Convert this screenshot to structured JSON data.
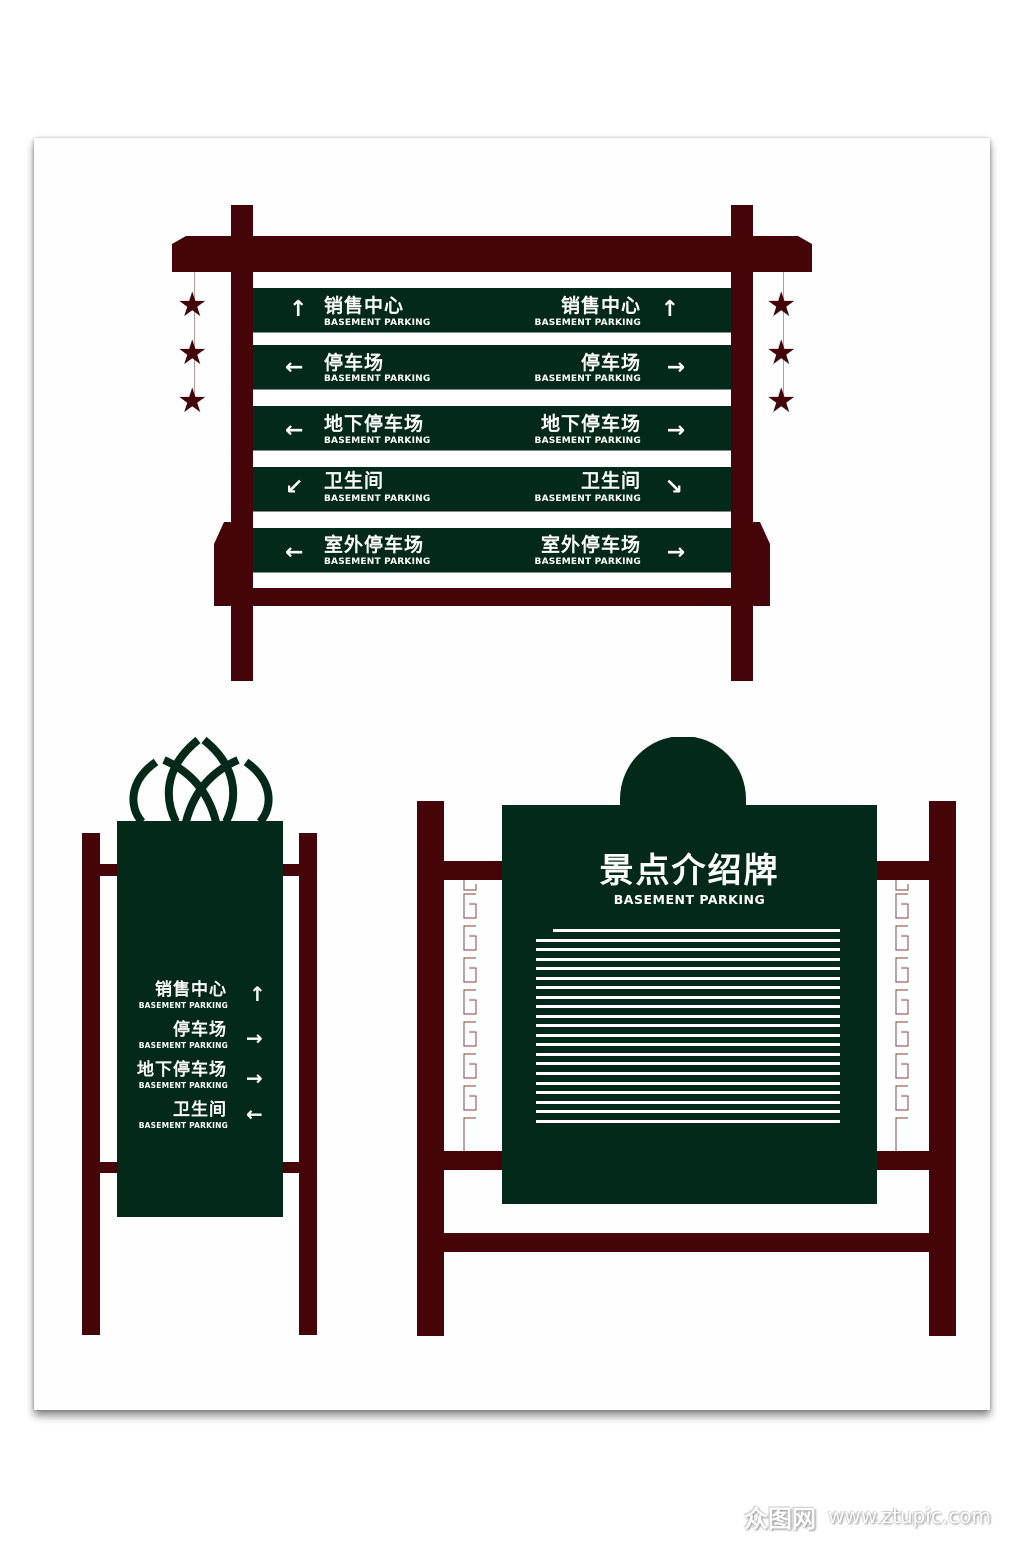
{
  "colors": {
    "wood": "#450508",
    "panel_green": "#02291a",
    "text": "#ffffff",
    "background": "#ffffff"
  },
  "top_sign": {
    "rows": [
      {
        "zh": "销售中心",
        "en": "BASEMENT PARKING",
        "left_arrow": "↑",
        "right_arrow": "↑",
        "left_icon": "arrow-up-icon",
        "right_icon": "arrow-up-icon"
      },
      {
        "zh": "停车场",
        "en": "BASEMENT PARKING",
        "left_arrow": "←",
        "right_arrow": "→",
        "left_icon": "arrow-left-icon",
        "right_icon": "arrow-right-icon"
      },
      {
        "zh": "地下停车场",
        "en": "BASEMENT PARKING",
        "left_arrow": "←",
        "right_arrow": "→",
        "left_icon": "arrow-left-icon",
        "right_icon": "arrow-right-icon"
      },
      {
        "zh": "卫生间",
        "en": "BASEMENT PARKING",
        "left_arrow": "↙",
        "right_arrow": "↘",
        "left_icon": "arrow-down-left-icon",
        "right_icon": "arrow-down-right-icon"
      },
      {
        "zh": "室外停车场",
        "en": "BASEMENT PARKING",
        "left_arrow": "←",
        "right_arrow": "→",
        "left_icon": "arrow-left-icon",
        "right_icon": "arrow-right-icon"
      }
    ],
    "star_glyph": "★"
  },
  "small_sign": {
    "rows": [
      {
        "zh": "销售中心",
        "en": "BASEMENT PARKING",
        "arrow": "↑"
      },
      {
        "zh": "停车场",
        "en": "BASEMENT PARKING",
        "arrow": "→"
      },
      {
        "zh": "地下停车场",
        "en": "BASEMENT PARKING",
        "arrow": "→"
      },
      {
        "zh": "卫生间",
        "en": "BASEMENT PARKING",
        "arrow": "←"
      }
    ]
  },
  "info_board": {
    "title": "景点介绍牌",
    "subtitle": "BASEMENT PARKING",
    "text_line_count": 20
  },
  "watermark": {
    "logo": "众图网",
    "url": "www.ztupic.com"
  }
}
